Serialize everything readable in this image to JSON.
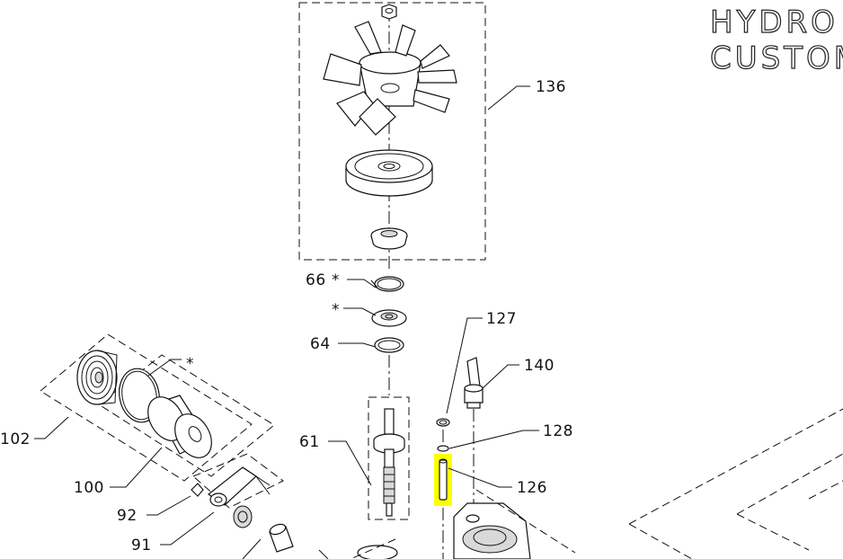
{
  "title": {
    "line1": "HYDRO",
    "line2": "CUSTOM"
  },
  "callouts": {
    "c136": "136",
    "c66": "66",
    "star66": "*",
    "star_bearing": "*",
    "c64": "64",
    "c127": "127",
    "c140": "140",
    "c128": "128",
    "c126": "126",
    "c61": "61",
    "star_filter": "*",
    "c102": "102",
    "c100": "100",
    "c92": "92",
    "c91": "91"
  },
  "highlight": {
    "part": "126",
    "color": "#ffff00"
  }
}
